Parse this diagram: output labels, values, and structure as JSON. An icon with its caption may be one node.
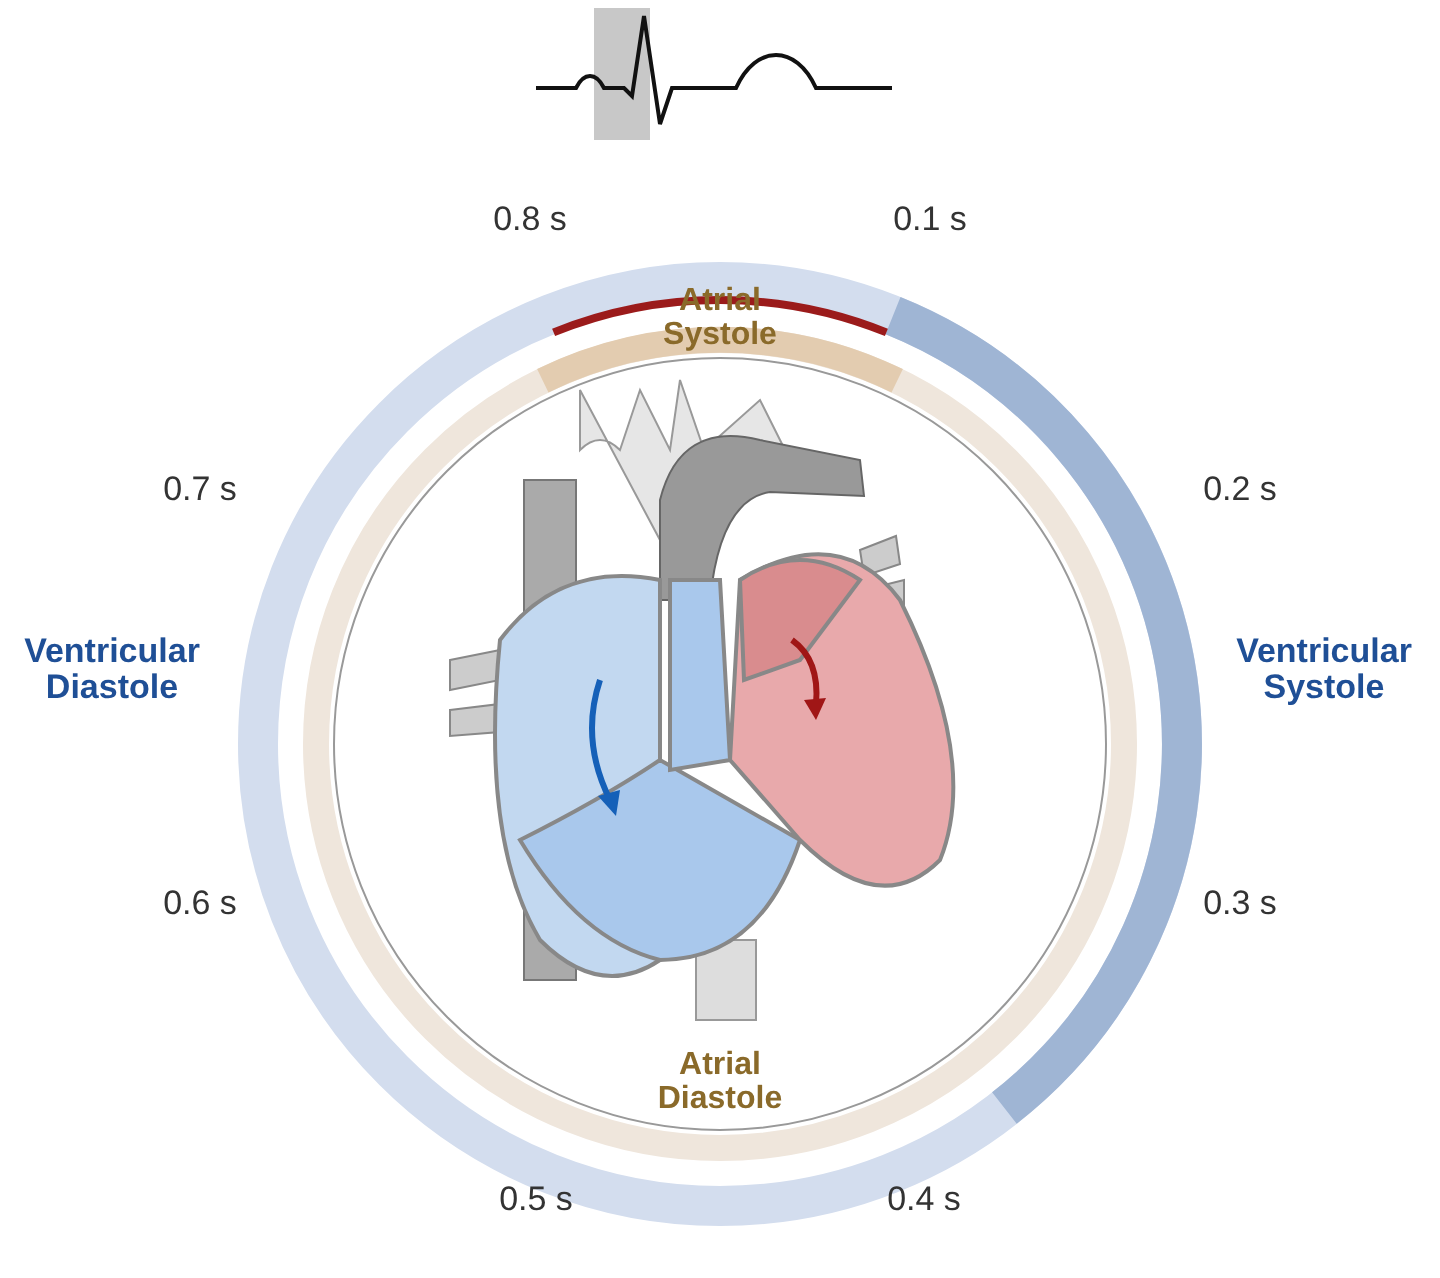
{
  "diagram": {
    "labels": [
      "0.8 s",
      "0.1 s",
      "Atrial Systole",
      "0.7 s",
      "0.2 s",
      "Ventricular Diastole",
      "Ventricular Systole",
      "0.6 s",
      "0.3 s",
      "Atrial Diastole",
      "0.5 s",
      "0.4 s"
    ]
  }
}
